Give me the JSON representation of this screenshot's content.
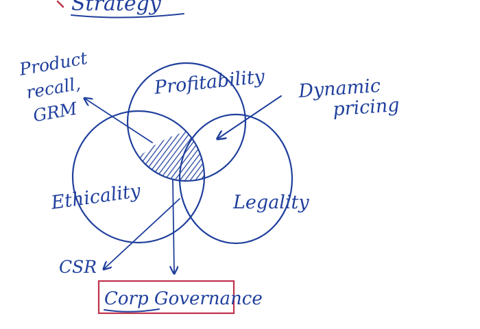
{
  "heading_fragment": "Strategy",
  "circles": {
    "top": "Profitability",
    "left": "Ethicality",
    "right": "Legality"
  },
  "annotations": {
    "top_left_line1": "Product",
    "top_left_line2": "recall,",
    "top_left_line3": "GRM",
    "top_right_line1": "Dynamic",
    "top_right_line2": "pricing",
    "bottom_left": "CSR",
    "bottom_center": "Corp Governance"
  },
  "colors": {
    "ink": "#1f3f9c",
    "box_border": "#c0314a",
    "underline": "#1f3f9c",
    "heading_accent": "#c0314a"
  }
}
